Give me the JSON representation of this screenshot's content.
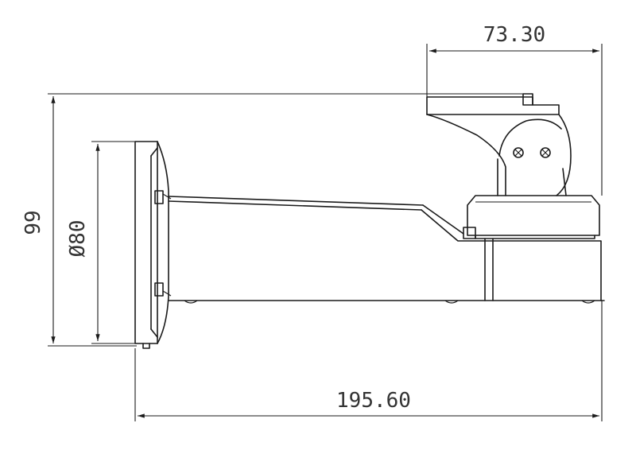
{
  "drawing": {
    "dimensions": {
      "top_width": "73.30",
      "total_height": "99",
      "base_diameter": "Ø80",
      "total_length": "195.60"
    },
    "colors": {
      "line": "#1a1a1a",
      "text": "#333333",
      "background": "#ffffff"
    }
  }
}
